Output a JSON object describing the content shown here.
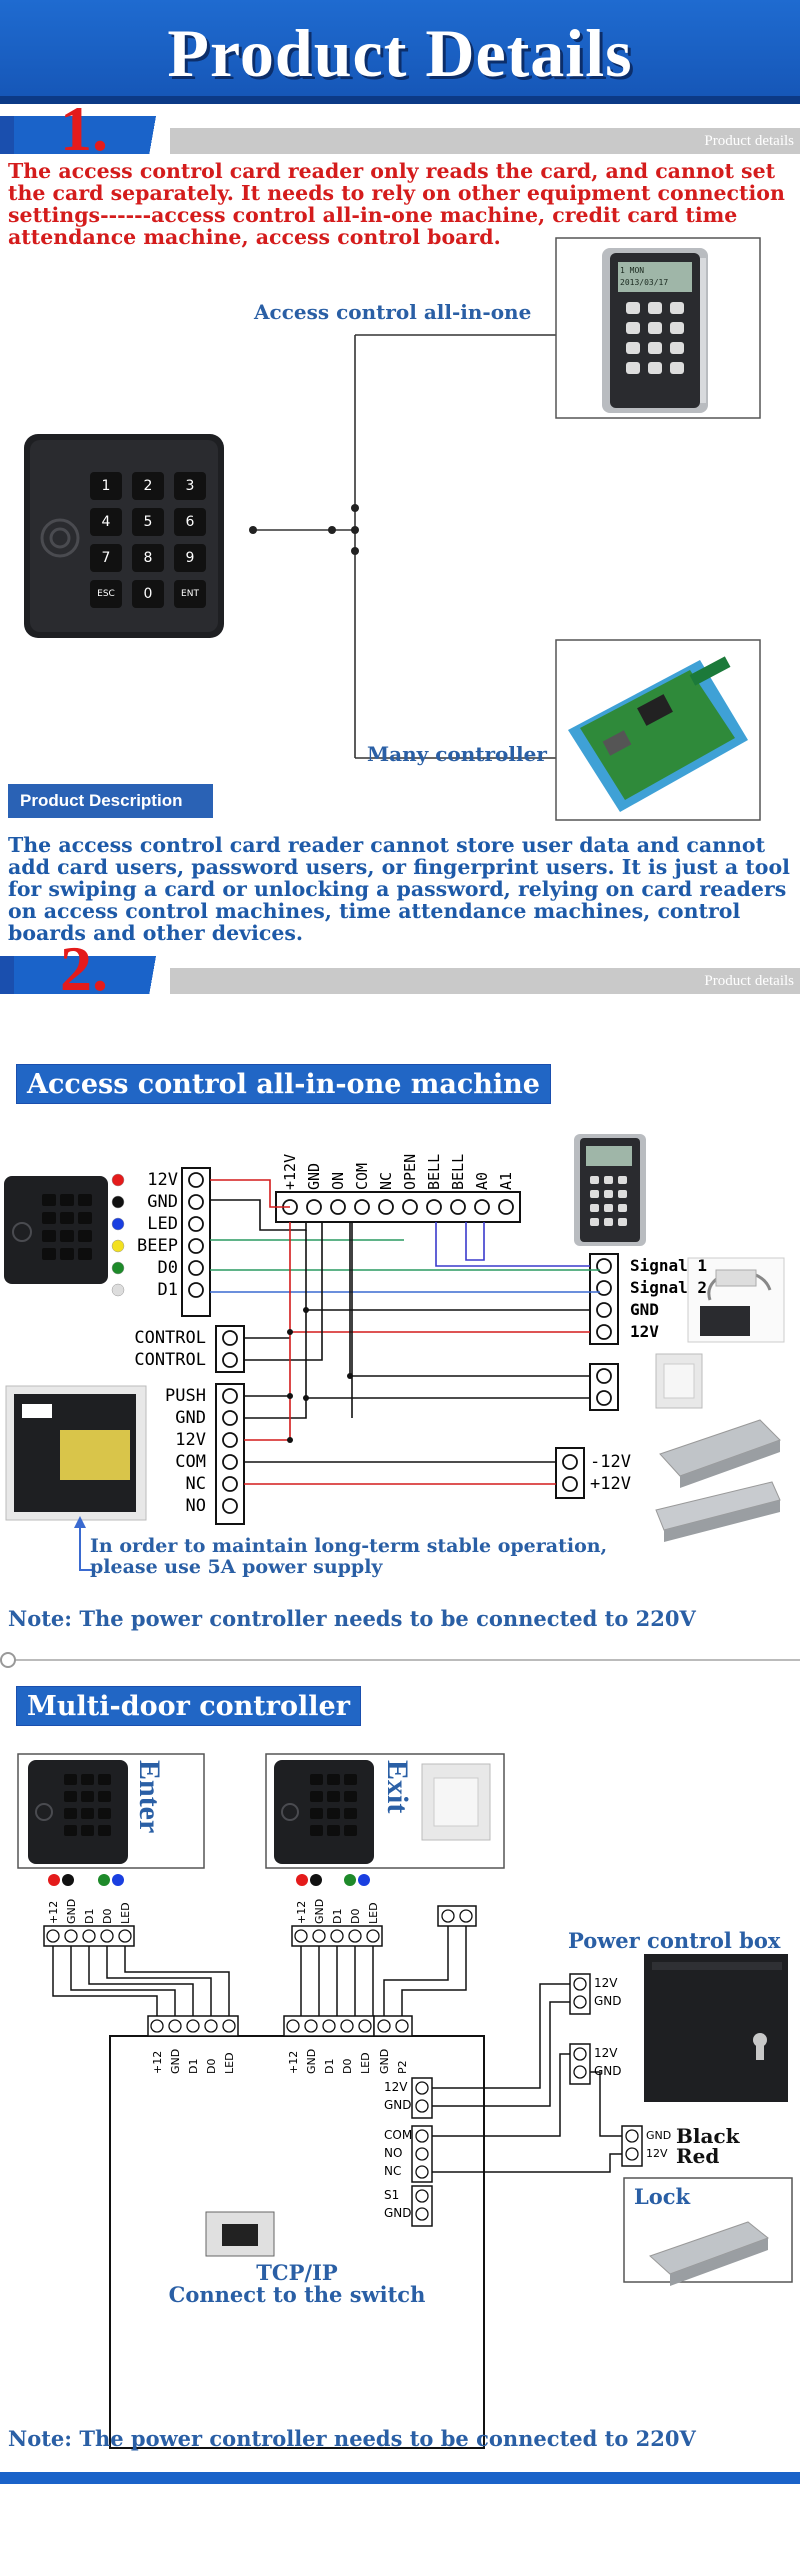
{
  "header": {
    "title": "Product Details"
  },
  "banners": [
    {
      "number": "1.",
      "label": "Product details"
    },
    {
      "number": "2.",
      "label": "Product details"
    }
  ],
  "intro": {
    "red_text": "The access control card reader only reads the card, and cannot set the card separately. It needs to rely on other equipment connection settings------access control all-in-one machine, credit card time attendance machine, access control board.",
    "label_all_in_one": "Access control all-in-one",
    "label_many_controller": "Many controller",
    "device_lcd_text": "1 MON  2013/03/17"
  },
  "keypad": {
    "keys": [
      "1",
      "2",
      "3",
      "4",
      "5",
      "6",
      "7",
      "8",
      "9",
      "ESC",
      "0",
      "ENT"
    ]
  },
  "description": {
    "tag": "Product Description",
    "text": "The access control card reader cannot store user data and cannot add card users, password users, or fingerprint users. It is just a tool for swiping a card or unlocking a password, relying on card readers on access control machines, time attendance machines, control boards and other devices."
  },
  "section_all_in_one": {
    "title": "Access control all-in-one machine",
    "reader_terminals": [
      "12V",
      "GND",
      "LED",
      "BEEP",
      "D0",
      "D1"
    ],
    "reader_dot_colors": [
      "#e41b1b",
      "#111111",
      "#1a3fe0",
      "#f2e020",
      "#1e8a2a",
      "#dddddd"
    ],
    "machine_terminals": [
      "+12V",
      "GND",
      "ON",
      "COM",
      "NC",
      "OPEN",
      "BELL",
      "BELL",
      "A0",
      "A1"
    ],
    "signal_terminals": [
      "Signal 1",
      "Signal 2",
      "GND",
      "12V"
    ],
    "control_terminals": [
      "CONTROL",
      "CONTROL"
    ],
    "power_terminals": [
      "PUSH",
      "GND",
      "12V",
      "COM",
      "NC",
      "NO"
    ],
    "lock_terminals": [
      "-12V",
      "+12V"
    ],
    "power_note": "In order to maintain long-term stable operation, please use 5A power supply",
    "note": "Note: The power controller needs to be connected to 220V"
  },
  "section_multi_door": {
    "title": "Multi-door controller",
    "enter_label": "Enter",
    "exit_label": "Exit",
    "reader_pins": [
      "+12",
      "GND",
      "D1",
      "D0",
      "LED"
    ],
    "button_pins": [
      "GND",
      "P2"
    ],
    "power_box_title": "Power control box",
    "power_box_pins": [
      "12V",
      "GND"
    ],
    "power_box_pins2": [
      "12V",
      "GND"
    ],
    "controller_power_pins": [
      "12V",
      "GND"
    ],
    "controller_lock_pins": [
      "COM",
      "NO",
      "NC"
    ],
    "controller_sensor_pins": [
      "S1",
      "GND"
    ],
    "lock_pins": [
      "GND",
      "12V"
    ],
    "lock_wire_labels": [
      "Black",
      "Red"
    ],
    "lock_title": "Lock",
    "tcp_title": "TCP/IP",
    "tcp_sub": "Connect to the switch",
    "note": "Note: The power controller needs to be connected to 220V"
  }
}
